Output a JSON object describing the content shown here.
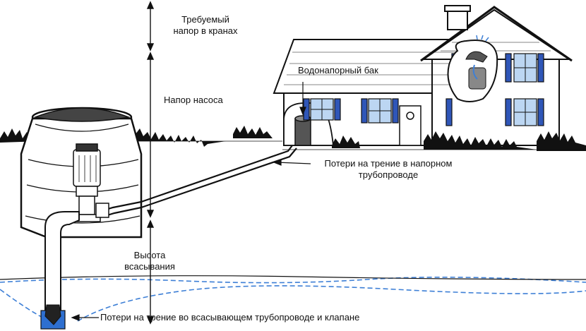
{
  "labels": {
    "required_pressure_line1": "Требуемый",
    "required_pressure_line2": "напор в кранах",
    "pump_head": "Напор насоса",
    "water_tank": "Водонапорный бак",
    "friction_pressure_line1": "Потери на трение в напорном",
    "friction_pressure_line2": "трубопроводе",
    "suction_height_line1": "Высота",
    "suction_height_line2": "всасывания",
    "friction_suction": "Потери на трение во всасывающем трубопроводе и клапане"
  },
  "colors": {
    "line": "#111111",
    "water": "#3d7fd6",
    "shutters": "#2f56b8",
    "window_glass": "#bcd6f2",
    "well_water": "#2e6fd0"
  },
  "icons": [
    "dimension-arrow-icon",
    "leader-arrow-icon",
    "faucet-icon"
  ]
}
